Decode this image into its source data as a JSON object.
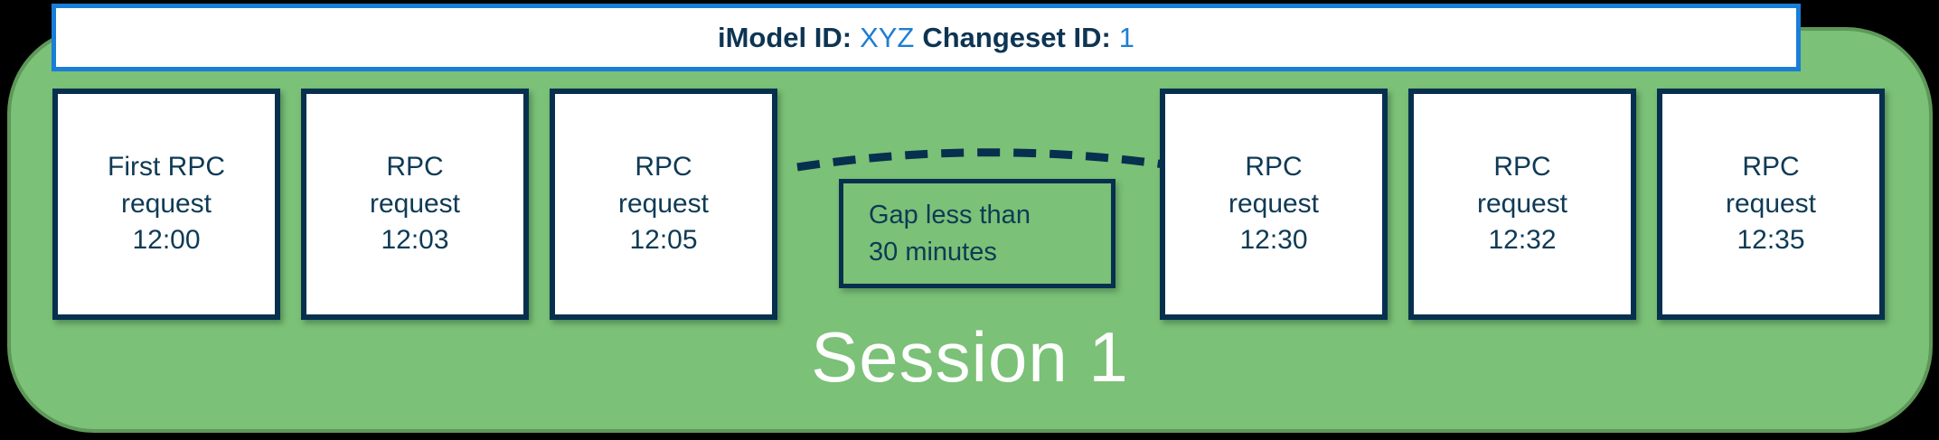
{
  "header": {
    "imodel_label": "iModel ID:",
    "imodel_value": "XYZ",
    "changeset_label": "Changeset ID:",
    "changeset_value": "1"
  },
  "requests": [
    {
      "line1": "First RPC",
      "line2": "request",
      "line3": "12:00"
    },
    {
      "line1": "RPC",
      "line2": "request",
      "line3": "12:03"
    },
    {
      "line1": "RPC",
      "line2": "request",
      "line3": "12:05"
    },
    {
      "line1": "RPC",
      "line2": "request",
      "line3": "12:30"
    },
    {
      "line1": "RPC",
      "line2": "request",
      "line3": "12:32"
    },
    {
      "line1": "RPC",
      "line2": "request",
      "line3": "12:35"
    }
  ],
  "gap_note": {
    "line1": "Gap less than",
    "line2": "30 minutes"
  },
  "session": {
    "label": "Session 1"
  },
  "colors": {
    "background": "#000000",
    "session_fill": "#7bc177",
    "session_border": "#5e9859",
    "navy_text": "#0e3a55",
    "navy_border": "#07304f",
    "header_border_blue": "#1a7dd8",
    "header_value_blue": "#1e7ed2",
    "header_label_navy": "#0d3553",
    "box_fill": "#ffffff",
    "session_label_color": "#ffffff"
  }
}
